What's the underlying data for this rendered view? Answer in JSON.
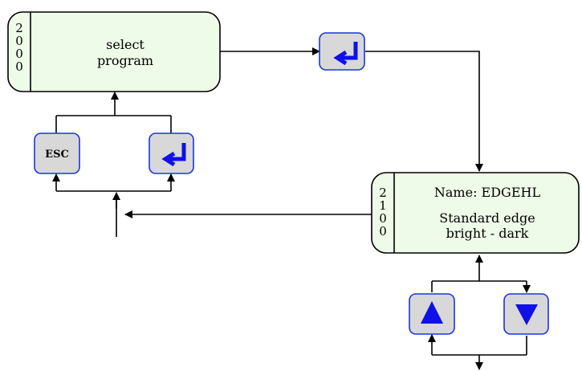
{
  "colors": {
    "box_fill": "#eefbe8",
    "key_fill": "#d8d8d8",
    "key_border": "#1a35e0",
    "key_arrow": "#1010e8",
    "line": "#000000"
  },
  "select_box": {
    "code_digits": [
      "2",
      "0",
      "0",
      "0"
    ],
    "line1": "select",
    "line2": "program"
  },
  "edge_box": {
    "code_digits": [
      "2",
      "1",
      "0",
      "0"
    ],
    "line1": "Name: EDGEHL",
    "line2": "Standard edge",
    "line3": "bright - dark"
  },
  "keys": {
    "esc_label": "ESC",
    "enter_icon": "enter-return-icon",
    "up_icon": "triangle-up-icon",
    "down_icon": "triangle-down-icon"
  }
}
